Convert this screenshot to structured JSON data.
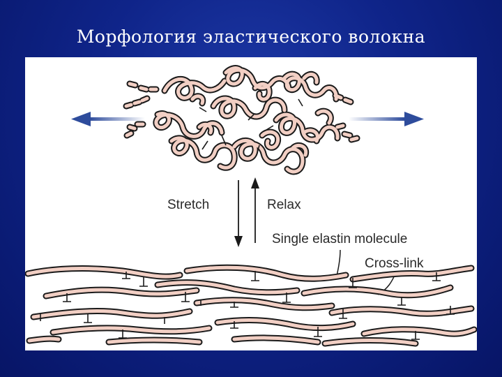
{
  "slide": {
    "title": "Морфология эластического волокна"
  },
  "diagram": {
    "labels": {
      "stretch": "Stretch",
      "relax": "Relax",
      "molecule": "Single elastin molecule",
      "crosslink": "Cross-link"
    },
    "colors": {
      "fiber_fill": "#f2cfc4",
      "fiber_outline": "#1a1a1a",
      "arrow_blue": "#2e4c9c",
      "background": "#ffffff"
    }
  }
}
